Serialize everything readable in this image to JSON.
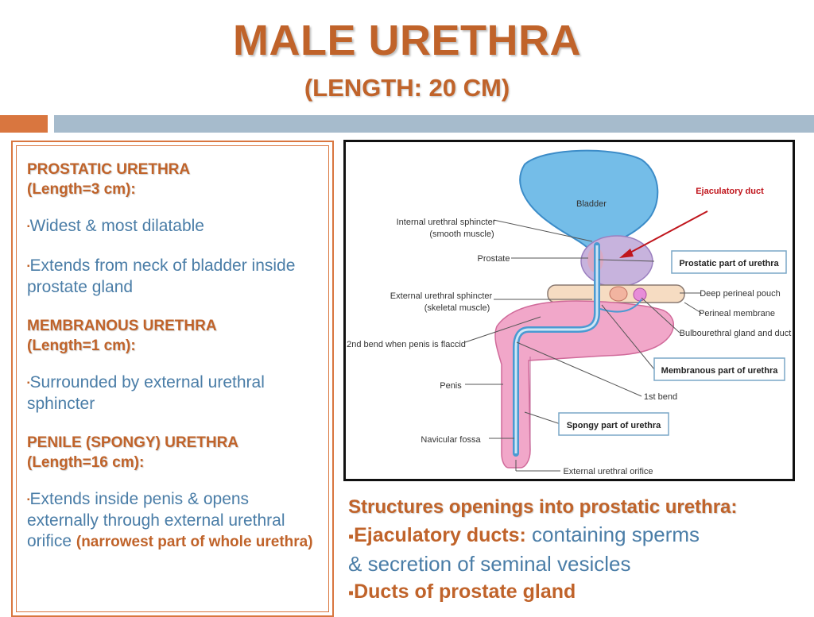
{
  "title": "MALE URETHRA",
  "subtitle": "(LENGTH: 20 CM)",
  "left": {
    "s1_title": "PROSTATIC URETHRA",
    "s1_length": "(Length=3 cm):",
    "s1_b1": "Widest & most dilatable",
    "s1_b2": "Extends from neck of bladder inside prostate gland",
    "s2_title": "MEMBRANOUS URETHRA",
    "s2_length": "(Length=1 cm):",
    "s2_b1": "Surrounded by external urethral sphincter",
    "s3_title": "PENILE (SPONGY) URETHRA",
    "s3_length": "(Length=16 cm):",
    "s3_b1": "Extends inside penis & opens externally through external urethral orifice",
    "s3_b1_bold": "(narrowest part of whole urethra)"
  },
  "figure": {
    "bladder": "Bladder",
    "ejaculatory_duct": "Ejaculatory duct",
    "internal_sphincter_1": "Internal urethral sphincter",
    "internal_sphincter_2": "(smooth muscle)",
    "prostate": "Prostate",
    "external_sphincter_1": "External urethral sphincter",
    "external_sphincter_2": "(skeletal muscle)",
    "second_bend": "2nd bend when penis is flaccid",
    "penis": "Penis",
    "navicular_fossa": "Navicular fossa",
    "prostatic_part": "Prostatic part of urethra",
    "deep_perineal_pouch": "Deep perineal pouch",
    "perineal_membrane": "Perineal membrane",
    "bulbourethral": "Bulbourethral gland and duct",
    "membranous_part": "Membranous part of urethra",
    "first_bend": "1st bend",
    "spongy_part": "Spongy part of urethra",
    "external_orifice": "External urethral orifice"
  },
  "caption": {
    "heading": "Structures openings into prostatic urethra:",
    "item1_bold": "Ejaculatory ducts:",
    "item1_rest": " containing sperms",
    "item1_line2": "& secretion of seminal vesicles",
    "item2_bold": "Ducts of prostate gland"
  },
  "colors": {
    "accent": "#c0632a",
    "text_blue": "#4a7da7",
    "bar_blue": "#a6bbcc",
    "bar_orange": "#d9763f"
  }
}
